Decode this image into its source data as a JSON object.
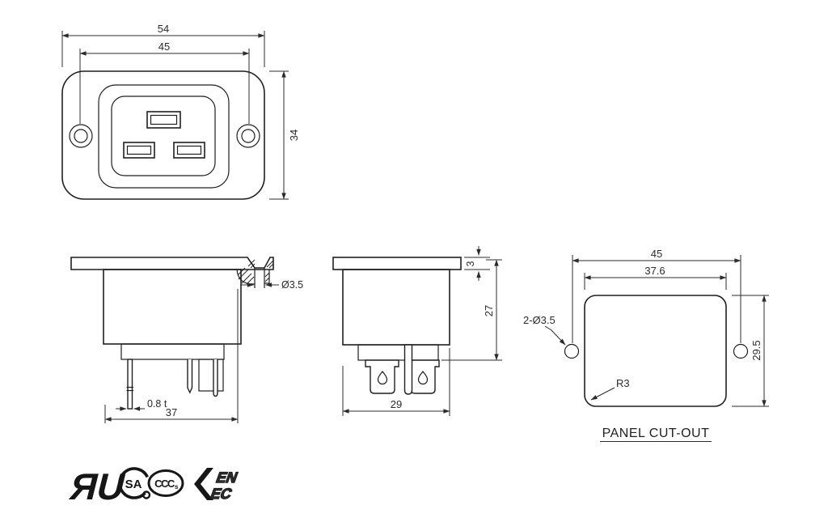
{
  "views": {
    "front": {
      "dim_outer_width": "54",
      "dim_mount_hole_spacing": "45",
      "dim_height": "34"
    },
    "side": {
      "dim_screw_hole_dia": "Ø3.5",
      "dim_pin_thickness": "0.8 t",
      "dim_body_depth": "37"
    },
    "end": {
      "dim_flange_thickness": "3",
      "dim_body_height": "27",
      "dim_body_width": "29"
    },
    "panel_cutout": {
      "title": "PANEL CUT-OUT",
      "dim_hole_spacing": "45",
      "dim_width": "37.6",
      "dim_holes": "2-Ø3.5",
      "dim_height": "29.5",
      "dim_corner_radius": "R3"
    }
  },
  "certifications": {
    "ul": {
      "name": "ul-recognized-mark",
      "glyph": "ЯU"
    },
    "csa": {
      "name": "csa-mark",
      "glyph": "SA"
    },
    "ccc": {
      "name": "ccc-mark",
      "glyph": "CCC",
      "suffix": "s"
    },
    "enec": {
      "name": "enec-mark",
      "glyph_top": "EN",
      "glyph_bottom": "EC"
    }
  },
  "colors": {
    "line": "#1f1f1f",
    "background": "#ffffff"
  }
}
